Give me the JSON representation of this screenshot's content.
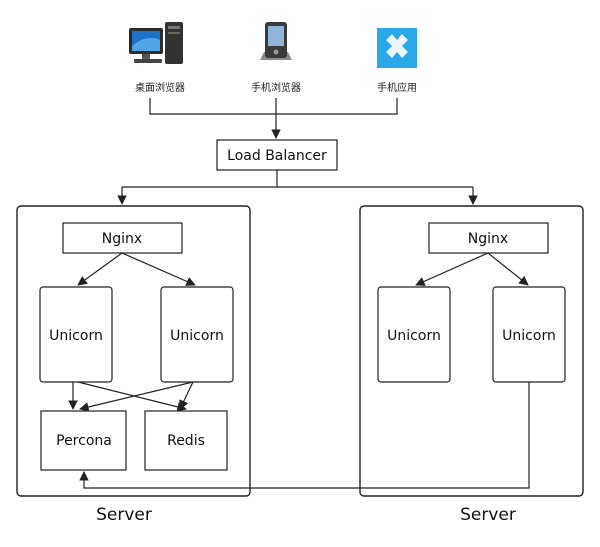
{
  "clients": [
    {
      "label": "桌面浏览器",
      "icon": "desktop-computer-icon"
    },
    {
      "label": "手机浏览器",
      "icon": "pda-phone-icon"
    },
    {
      "label": "手机应用",
      "icon": "app-puzzle-icon"
    }
  ],
  "load_balancer": {
    "label": "Load Balancer"
  },
  "servers": [
    {
      "label": "Server",
      "nginx": "Nginx",
      "unicorns": [
        "Unicorn",
        "Unicorn"
      ],
      "percona": "Percona",
      "redis": "Redis"
    },
    {
      "label": "Server",
      "nginx": "Nginx",
      "unicorns": [
        "Unicorn",
        "Unicorn"
      ]
    }
  ],
  "colors": {
    "line": "#222222",
    "app_icon": "#2aa7e8",
    "monitor_screen": "#1e73c8"
  }
}
